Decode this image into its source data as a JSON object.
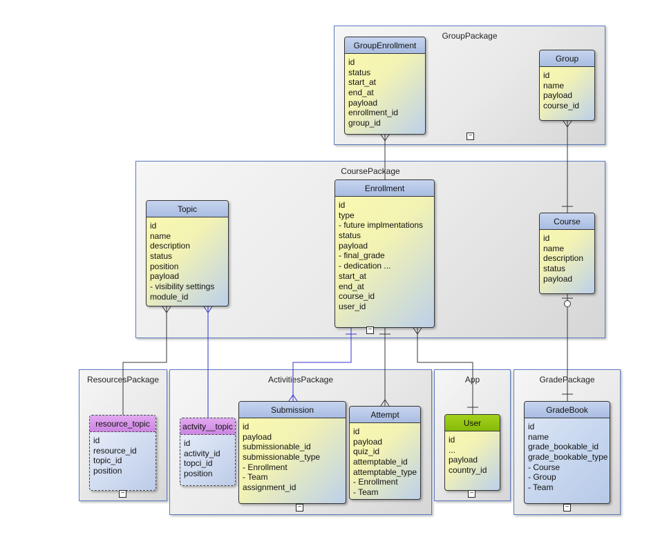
{
  "packages": {
    "group": "GroupPackage",
    "course": "CoursePackage",
    "resources": "ResourcesPackage",
    "activities": "ActivitiesPackage",
    "app": "App",
    "grade": "GradePackage"
  },
  "collapse_symbol": "−",
  "entities": {
    "group_enrollment": {
      "name": "GroupEnrollment",
      "attributes": [
        "id",
        "status",
        "start_at",
        "end_at",
        "payload",
        "enrollment_id",
        "group_id"
      ]
    },
    "group": {
      "name": "Group",
      "attributes": [
        "id",
        "name",
        "payload",
        "course_id"
      ]
    },
    "topic": {
      "name": "Topic",
      "attributes": [
        "id",
        "name",
        "description",
        "status",
        "position",
        "payload",
        " - visibility settings",
        "module_id"
      ]
    },
    "enrollment": {
      "name": "Enrollment",
      "attributes": [
        "id",
        "type",
        " - future implmentations",
        "status",
        "payload",
        " - final_grade",
        " - dedication ...",
        "start_at",
        "end_at",
        "course_id",
        "user_id"
      ]
    },
    "course": {
      "name": "Course",
      "attributes": [
        "id",
        "name",
        "description",
        "status",
        "payload"
      ]
    },
    "resource_topic": {
      "name": "resource_topic",
      "attributes": [
        "id",
        "resource_id",
        "topic_id",
        "position"
      ]
    },
    "activity_topic": {
      "name": "actvity__topic",
      "attributes": [
        "id",
        "activity_id",
        "topci_id",
        "position"
      ]
    },
    "submission": {
      "name": "Submission",
      "attributes": [
        "id",
        "payload",
        "submissionable_id",
        "submissionable_type",
        " - Enrollment",
        " - Team",
        "assignment_id"
      ]
    },
    "attempt": {
      "name": "Attempt",
      "attributes": [
        "id",
        "payload",
        "quiz_id",
        "attemptable_id",
        "attemptable_type",
        " - Enrollment",
        " - Team"
      ]
    },
    "user": {
      "name": "User",
      "attributes": [
        "id",
        "...",
        "payload",
        "country_id"
      ]
    },
    "gradebook": {
      "name": "GradeBook",
      "attributes": [
        "id",
        "name",
        "grade_bookable_id",
        "grade_bookable_type",
        " - Course",
        " - Group",
        " - Team"
      ]
    }
  },
  "colors": {
    "line": "#333333",
    "blue_line": "#2f2fd0",
    "package_border": "#5b79c0",
    "purple_header": "#cc86e2",
    "green_header": "#86bb0a"
  }
}
